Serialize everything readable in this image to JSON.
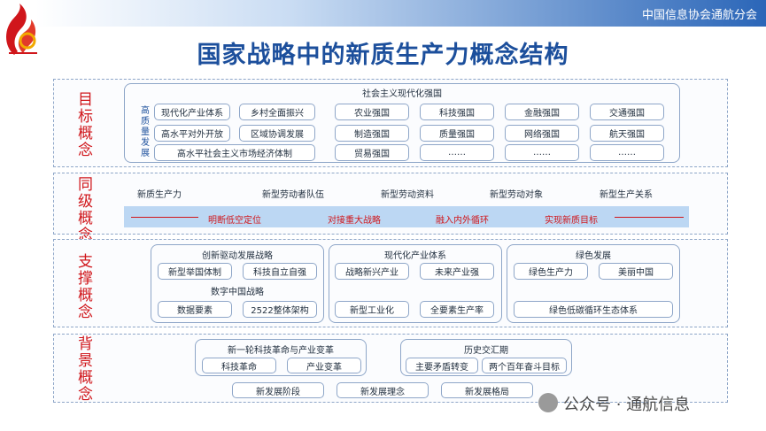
{
  "header": {
    "org": "中国信息协会通航分会"
  },
  "title": "国家战略中的新质生产力概念结构",
  "colors": {
    "title": "#1c4f9c",
    "label": "#d0161b",
    "border": "#8ea6c8",
    "strip": "#bcd7f3"
  },
  "bands": {
    "target": {
      "label": "目标概念",
      "vertical_label": "高质量发展",
      "group_title": "社会主义现代化强国",
      "left_boxes": [
        "现代化产业体系",
        "乡村全面振兴",
        "高水平对外开放",
        "区域协调发展"
      ],
      "left_bottom": "高水平社会主义市场经济体制",
      "grid": [
        "农业强国",
        "科技强国",
        "金融强国",
        "交通强国",
        "制造强国",
        "质量强国",
        "网络强国",
        "航天强国",
        "贸易强国",
        "……",
        "……",
        "……"
      ]
    },
    "peer": {
      "label": "同级概念",
      "items": [
        "新质生产力",
        "新型劳动者队伍",
        "新型劳动资料",
        "新型劳动对象",
        "新型生产关系"
      ],
      "strip": [
        "明断低空定位",
        "对接重大战略",
        "融入内外循环",
        "实现新质目标"
      ]
    },
    "support": {
      "label": "支撑概念",
      "innovation": {
        "title": "创新驱动发展战略",
        "boxes": [
          "新型举国体制",
          "科技自立自强"
        ],
        "subtitle": "数字中国战略",
        "sub_boxes": [
          "数据要素",
          "2522整体架构"
        ]
      },
      "industry": {
        "title": "现代化产业体系",
        "boxes": [
          "战略新兴产业",
          "未来产业强",
          "新型工业化",
          "全要素生产率"
        ]
      },
      "green": {
        "title": "绿色发展",
        "boxes": [
          "绿色生产力",
          "美丽中国"
        ],
        "bottom": "绿色低碳循环生态体系"
      }
    },
    "background": {
      "label": "背景概念",
      "revolution": {
        "title": "新一轮科技革命与产业变革",
        "boxes": [
          "科技革命",
          "产业变革"
        ]
      },
      "history": {
        "title": "历史交汇期",
        "boxes": [
          "主要矛盾转变",
          "两个百年奋斗目标"
        ]
      },
      "bottom": [
        "新发展阶段",
        "新发展理念",
        "新发展格局"
      ]
    }
  },
  "watermark": {
    "text": "公众号 · 通航信息",
    "icon": "wechat-icon"
  }
}
